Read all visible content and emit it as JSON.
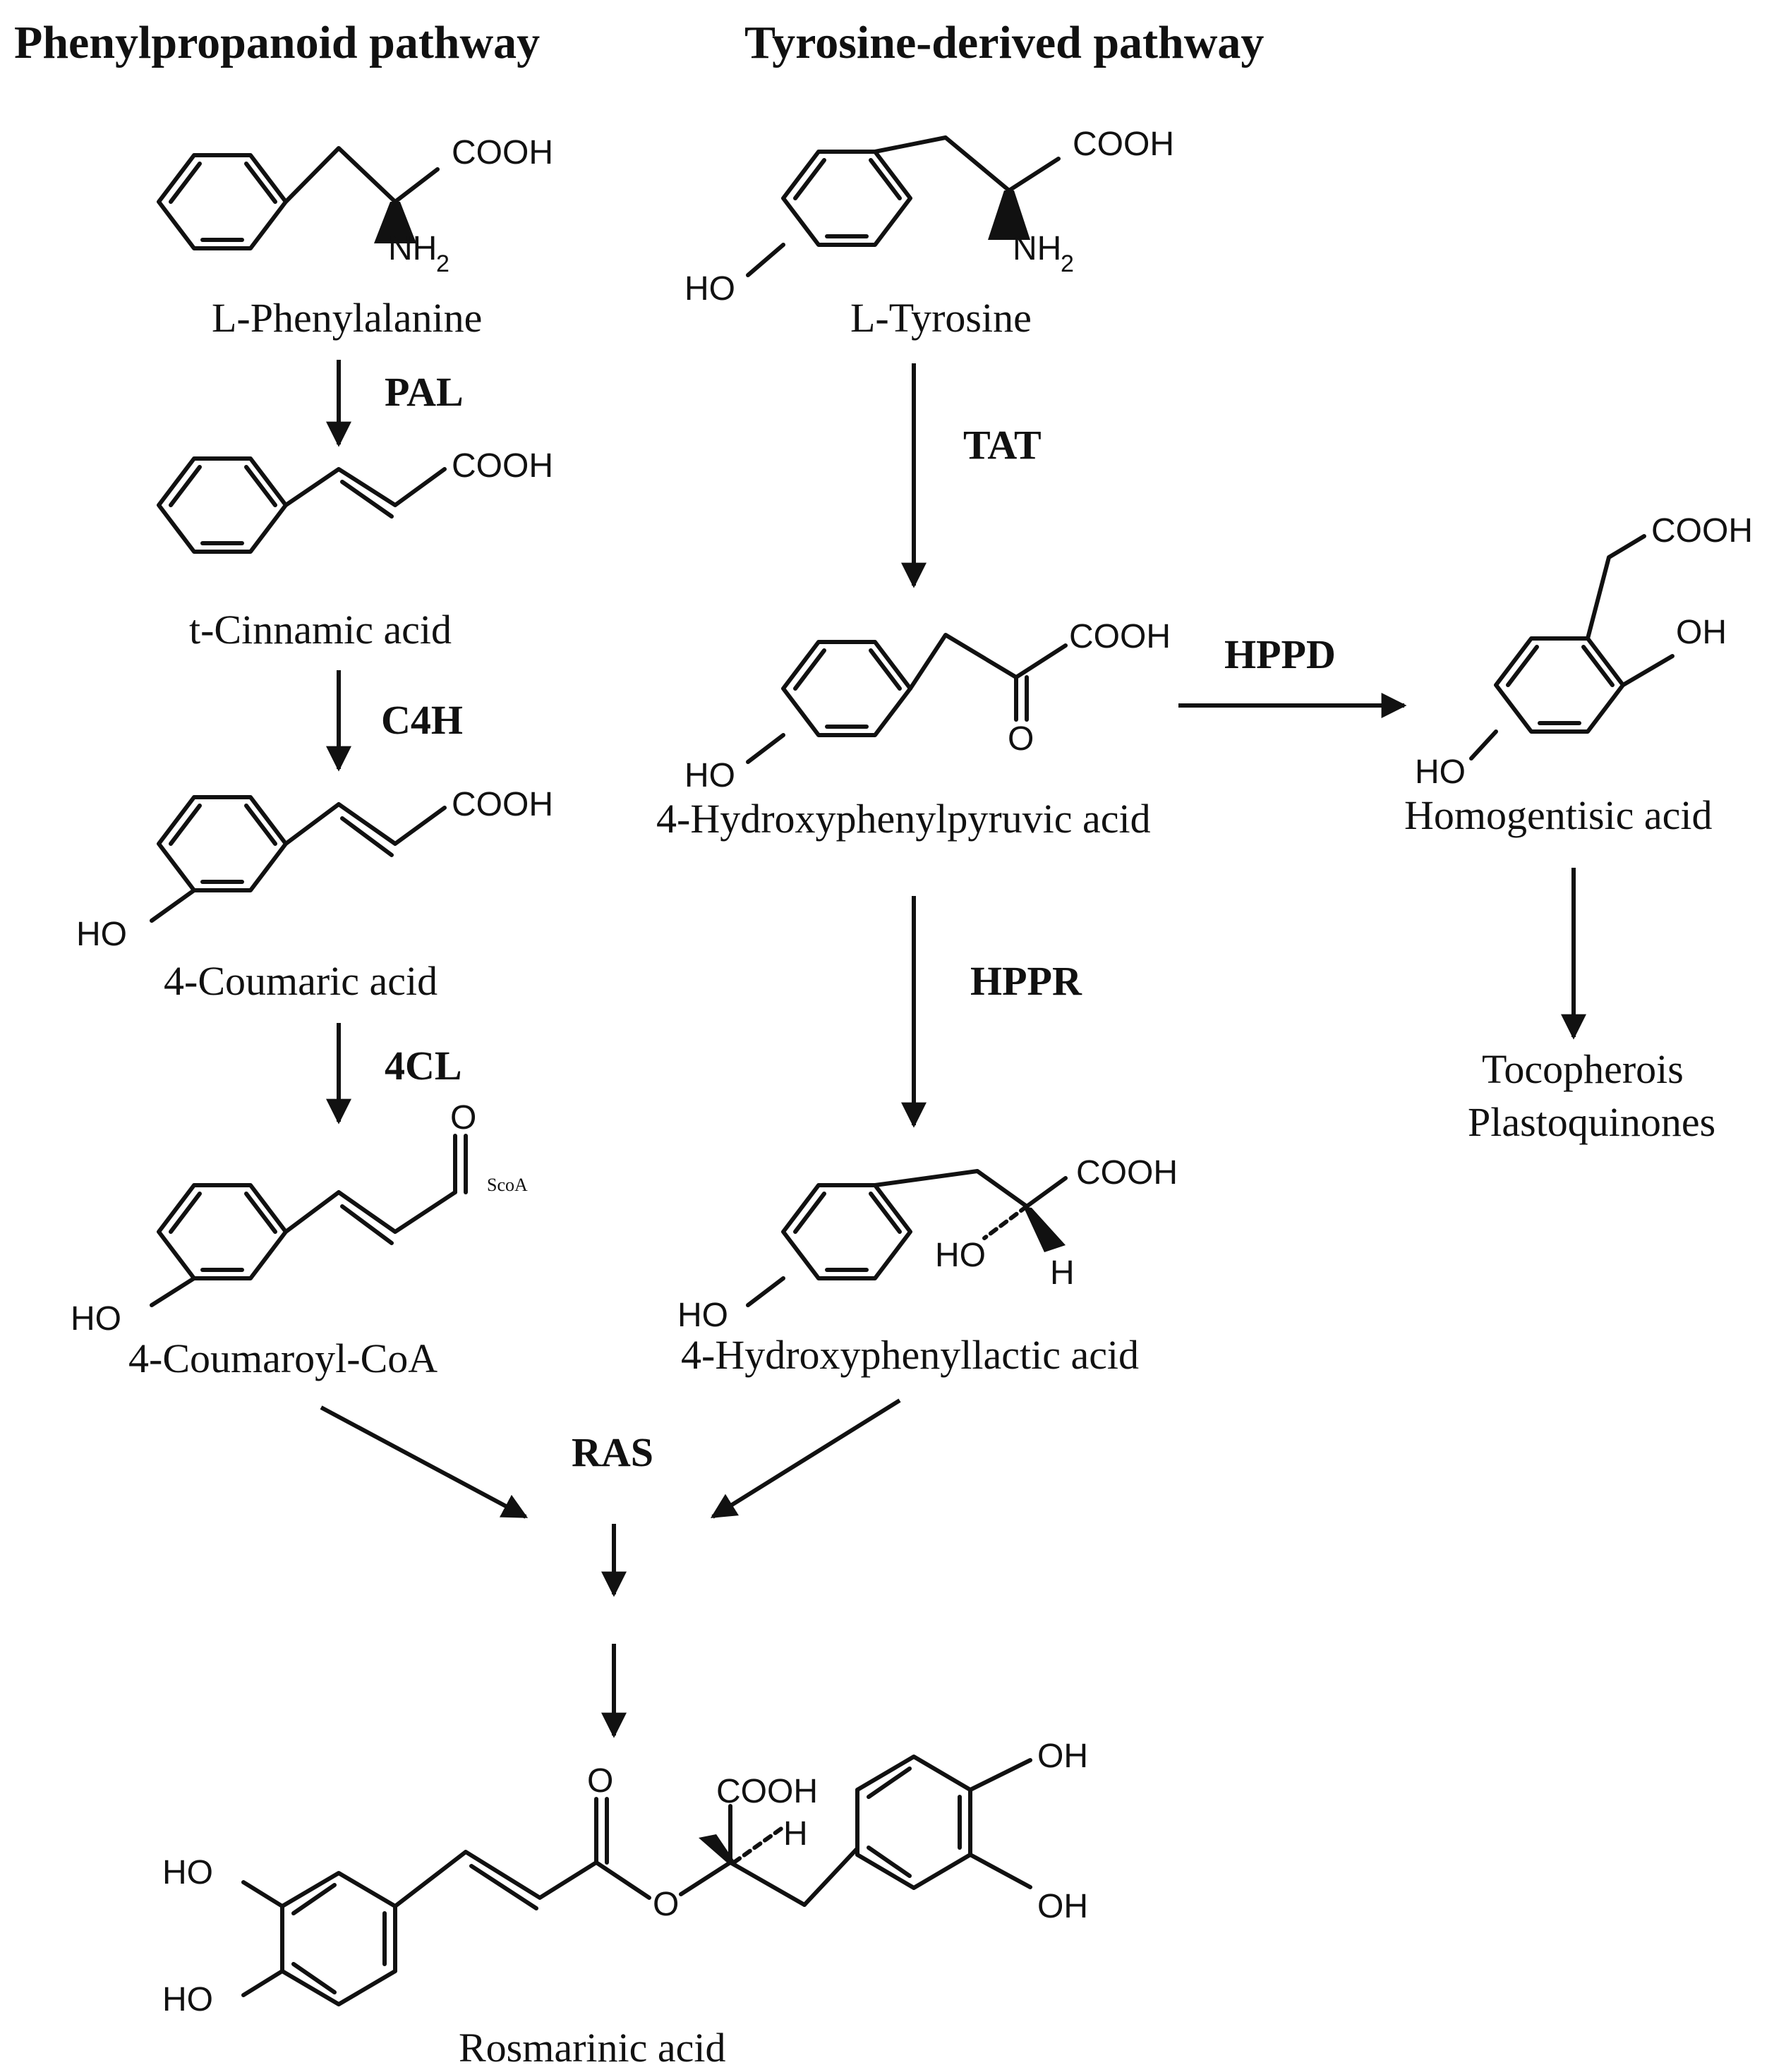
{
  "titles": {
    "phenylpropanoid": "Phenylpropanoid pathway",
    "tyrosine": "Tyrosine-derived pathway"
  },
  "compounds": {
    "phenylalanine": "L-Phenylalanine",
    "cinnamic": "t-Cinnamic acid",
    "coumaric": "4-Coumaric acid",
    "coumaroyl_coa": "4-Coumaroyl-CoA",
    "tyrosine": "L-Tyrosine",
    "hppa": "4-Hydroxyphenylpyruvic acid",
    "hppla": "4-Hydroxyphenyllactic acid",
    "homogentisic": "Homogentisic acid",
    "tocopherols": "Tocopherois",
    "plastoquinones": "Plastoquinones",
    "rosmarinic": "Rosmarinic acid"
  },
  "enzymes": {
    "pal": "PAL",
    "c4h": "C4H",
    "cl4": "4CL",
    "tat": "TAT",
    "hppd": "HPPD",
    "hppr": "HPPR",
    "ras": "RAS"
  },
  "atoms": {
    "cooh": "COOH",
    "nh": "NH",
    "nh_sub": "2",
    "ho": "HO",
    "oh": "OH",
    "o": "O",
    "h": "H",
    "scoa": "ScoA"
  }
}
